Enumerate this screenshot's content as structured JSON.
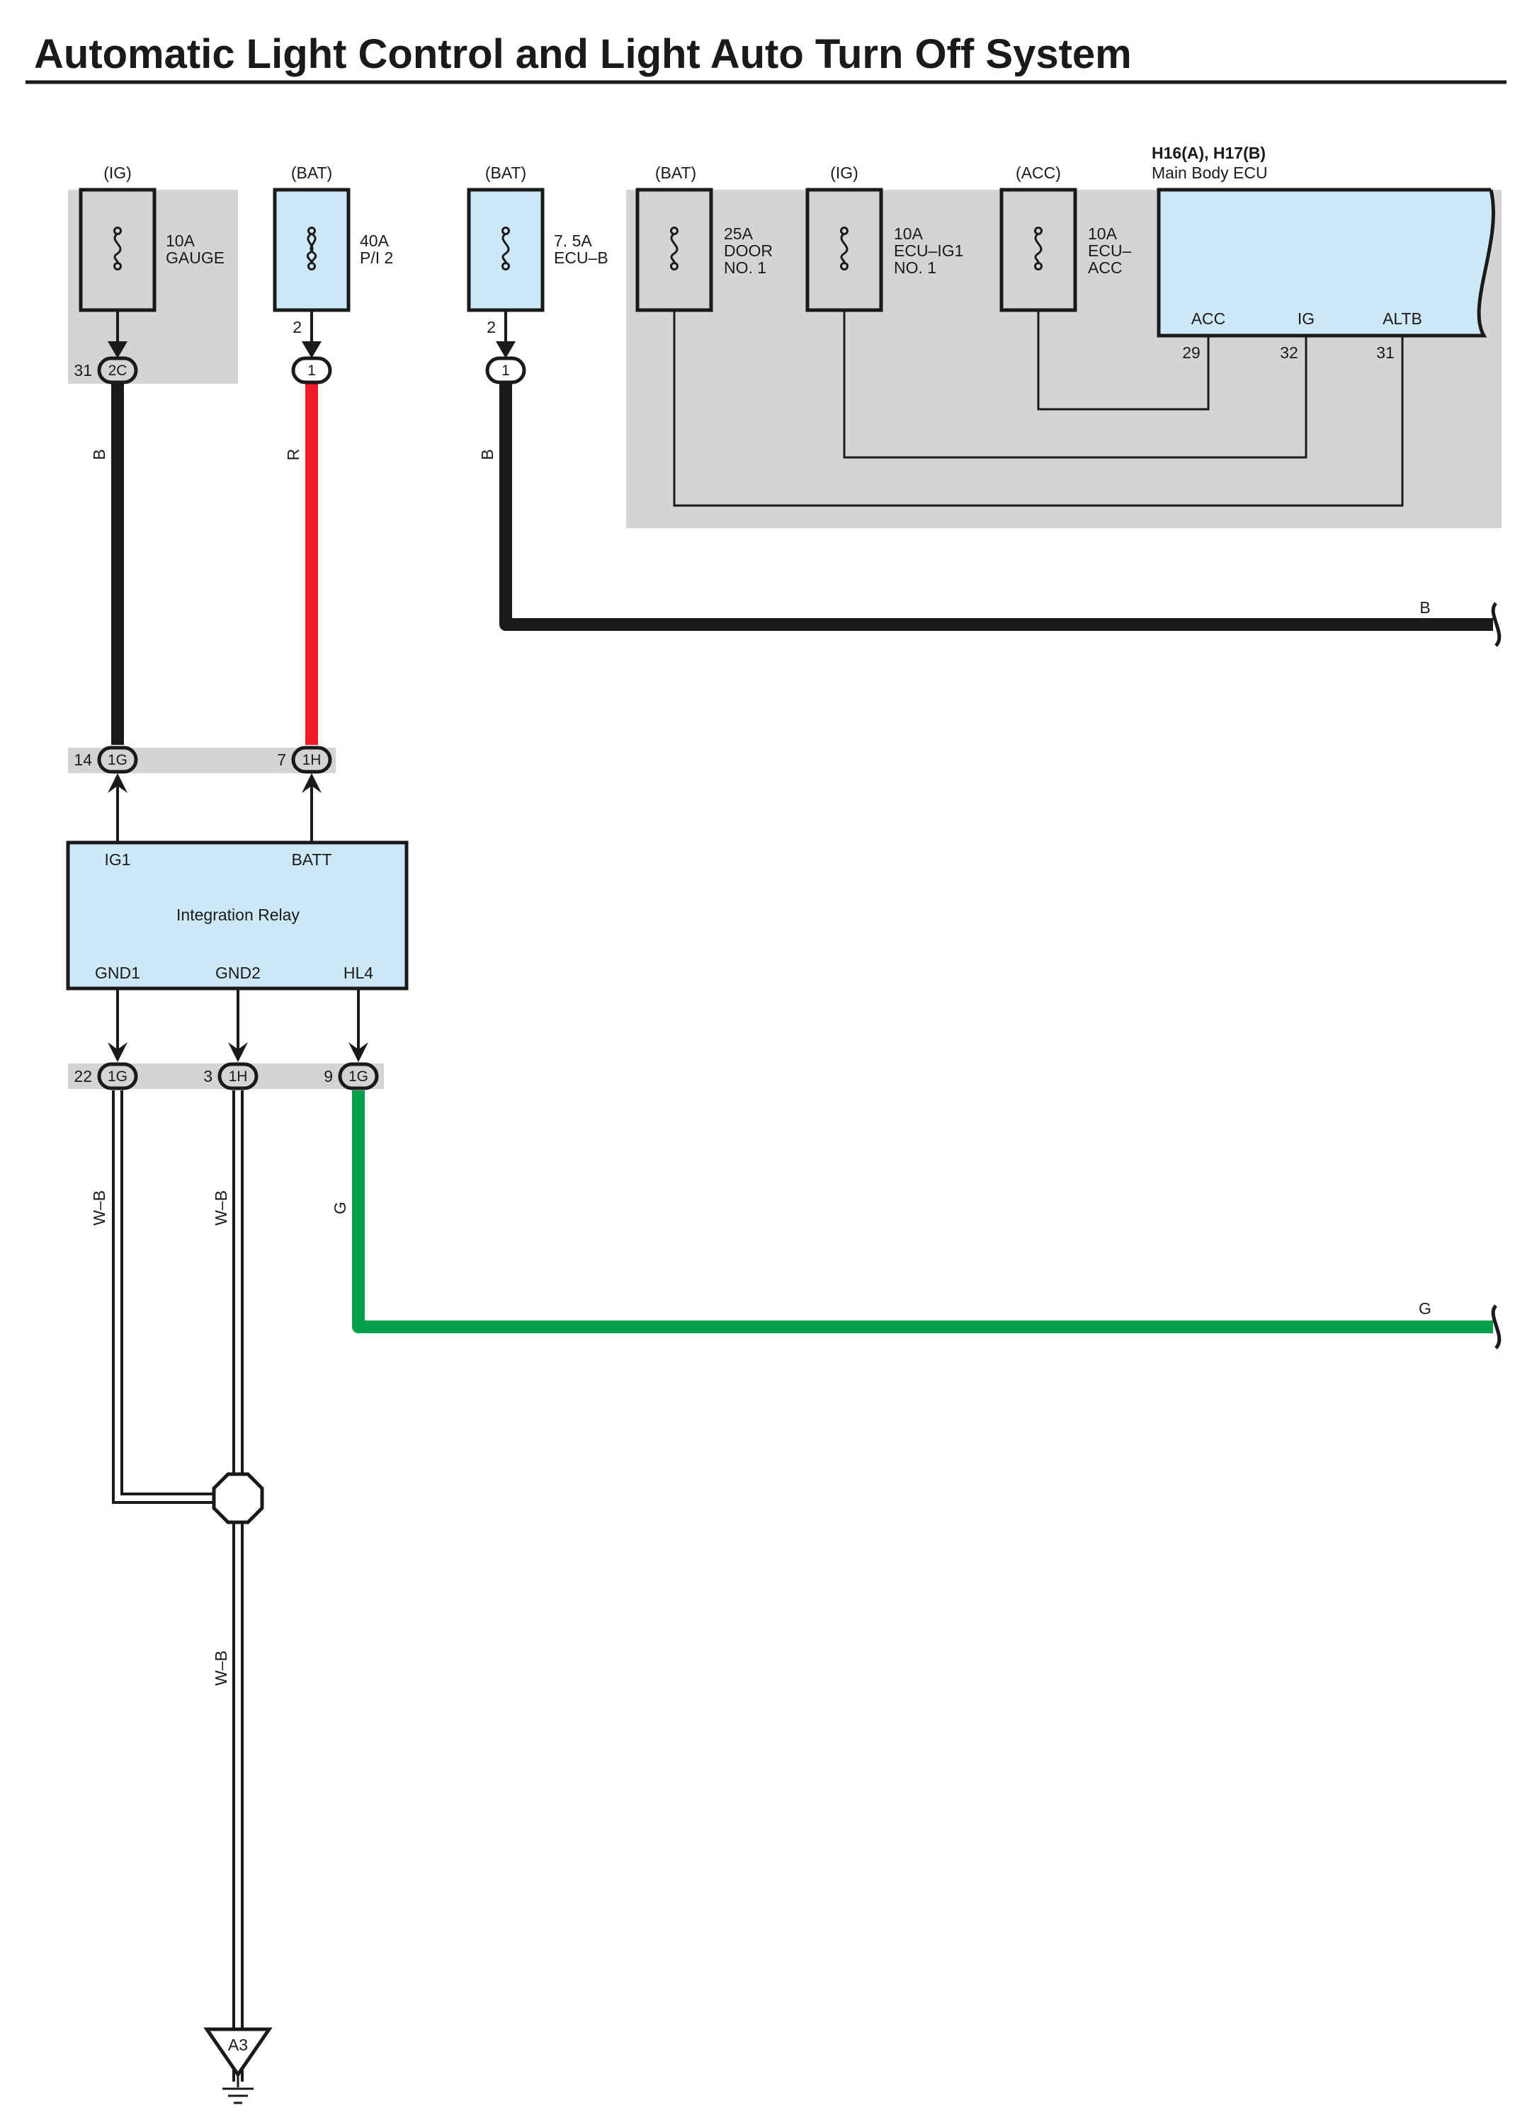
{
  "title": "Automatic Light Control and Light Auto Turn Off System",
  "colors": {
    "background": "#ffffff",
    "shade": "#d4d4d6",
    "component_fill": "#cde9f8",
    "wire_black": "#1a1a1a",
    "wire_red": "#ee1c25",
    "wire_green": "#00a04b"
  },
  "fuses": [
    {
      "source": "(IG)",
      "rating": "10A",
      "name_lines": [
        "GAUGE"
      ]
    },
    {
      "source": "(BAT)",
      "rating": "40A",
      "name_lines": [
        "P/I 2"
      ]
    },
    {
      "source": "(BAT)",
      "rating": "7. 5A",
      "name_lines": [
        "ECU–B"
      ]
    },
    {
      "source": "(BAT)",
      "rating": "25A",
      "name_lines": [
        "DOOR",
        "NO. 1"
      ]
    },
    {
      "source": "(IG)",
      "rating": "10A",
      "name_lines": [
        "ECU–IG1",
        "NO. 1"
      ]
    },
    {
      "source": "(ACC)",
      "rating": "10A",
      "name_lines": [
        "ECU–",
        "ACC"
      ]
    }
  ],
  "ecu": {
    "code": "H16(A), H17(B)",
    "name": "Main Body ECU",
    "terminals": [
      {
        "name": "ACC",
        "pin": "29"
      },
      {
        "name": "IG",
        "pin": "32"
      },
      {
        "name": "ALTB",
        "pin": "31"
      }
    ]
  },
  "pin_numbers": {
    "gauge_fuse_out": "2C",
    "gauge_fuse_pin": "31",
    "pi2_fuse_pin": "2",
    "pi2_conn": "1",
    "ecub_fuse_pin": "2",
    "ecub_conn": "1"
  },
  "upper_connectors": [
    {
      "pin": "14",
      "conn": "1G"
    },
    {
      "pin": "7",
      "conn": "1H"
    }
  ],
  "relay": {
    "name": "Integration Relay",
    "top_terminals": [
      "IG1",
      "BATT"
    ],
    "bottom_terminals": [
      "GND1",
      "GND2",
      "HL4"
    ]
  },
  "lower_connectors": [
    {
      "pin": "22",
      "conn": "1G"
    },
    {
      "pin": "3",
      "conn": "1H"
    },
    {
      "pin": "9",
      "conn": "1G"
    }
  ],
  "wire_colors": {
    "gauge": "B",
    "pi2": "R",
    "ecub": "B",
    "ecub_out": "B",
    "gnd1": "W–B",
    "gnd2": "W–B",
    "hl4": "G",
    "hl4_out": "G",
    "ground": "W–B"
  },
  "ground": {
    "label": "A3"
  }
}
